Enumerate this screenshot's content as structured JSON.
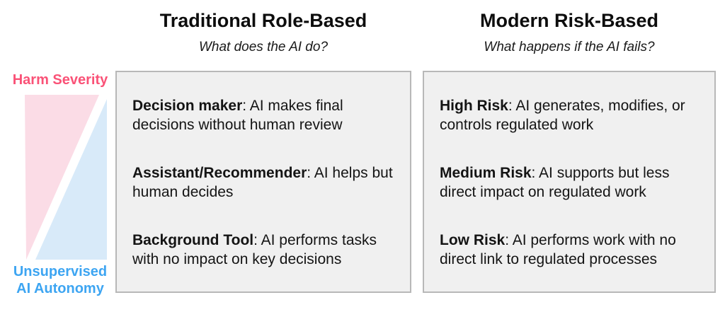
{
  "axis": {
    "top_label": "Harm Severity",
    "bottom_label_line1": "Unsupervised",
    "bottom_label_line2": "AI Autonomy"
  },
  "colors": {
    "harm_label": "#fa5277",
    "autonomy_label": "#3da5f2",
    "harm_triangle_fill": "#fbdce6",
    "autonomy_triangle_fill": "#d8eaf9",
    "box_background": "#f0f0f0",
    "box_border": "#b8b8b8"
  },
  "columns": [
    {
      "title": "Traditional Role-Based",
      "subtitle": "What does the AI do?",
      "items": [
        {
          "term": "Decision maker",
          "desc": ": AI makes final decisions without human review"
        },
        {
          "term": "Assistant/Recommender",
          "desc": ": AI helps but human decides"
        },
        {
          "term": "Background Tool",
          "desc": ": AI performs tasks with no impact on key decisions"
        }
      ]
    },
    {
      "title": "Modern Risk-Based",
      "subtitle": "What happens if the AI fails?",
      "items": [
        {
          "term": "High Risk",
          "desc": ": AI generates, modifies, or controls regulated work"
        },
        {
          "term": "Medium Risk",
          "desc": ": AI supports but less direct impact on regulated work"
        },
        {
          "term": "Low Risk",
          "desc": ": AI performs work with no direct link to regulated processes"
        }
      ]
    }
  ]
}
